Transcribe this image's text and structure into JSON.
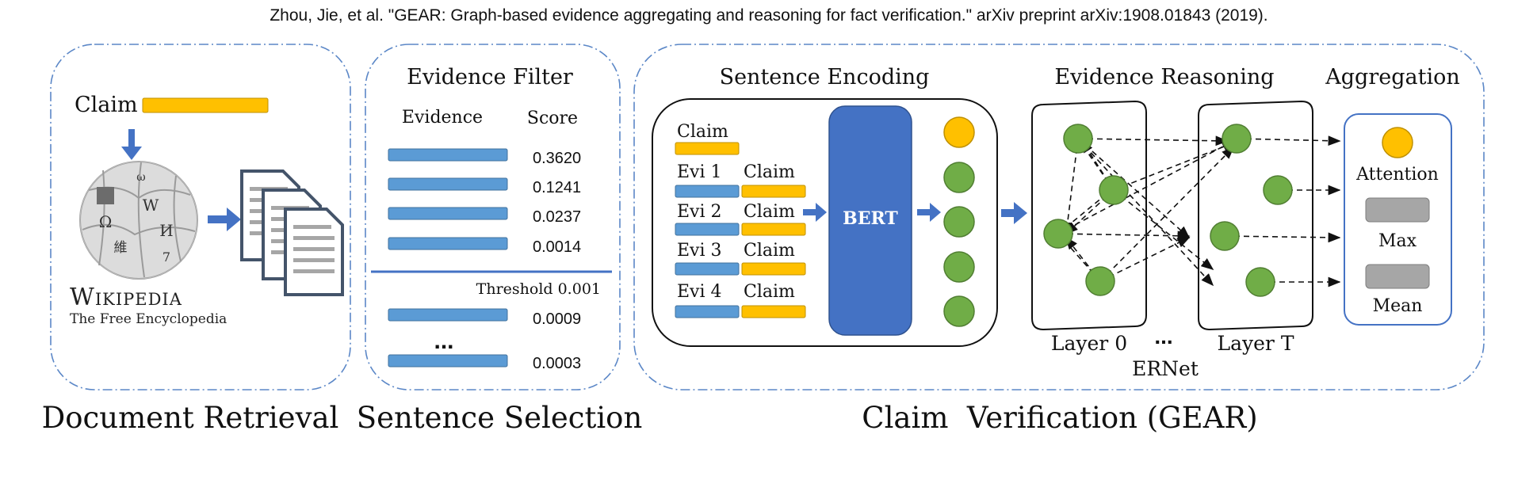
{
  "citation": "Zhou, Jie, et al. \"GEAR: Graph-based evidence aggregating and reasoning for fact verification.\" arXiv preprint arXiv:1908.01843 (2019).",
  "colors": {
    "dash": "#5b87c7",
    "bar_blue": "#5b9bd5",
    "bar_gold": "#ffc000",
    "bert": "#4472c4",
    "node_green": "#70ad47",
    "arrow": "#4472c4"
  },
  "panel1": {
    "claim": "Claim",
    "wiki_title": "Wikipedia",
    "wiki_subtitle": "The Free Encyclopedia",
    "caption": "Document Retrieval"
  },
  "panel2": {
    "title": "Evidence Filter",
    "col_evidence": "Evidence",
    "col_score": "Score",
    "scores_above": [
      "0.3620",
      "0.1241",
      "0.0237",
      "0.0014"
    ],
    "threshold": "Threshold 0.001",
    "ellipsis": "...",
    "scores_below": [
      "0.0009",
      "0.0003"
    ],
    "caption": "Sentence Selection"
  },
  "panel3": {
    "encoding_title": "Sentence Encoding",
    "reasoning_title": "Evidence Reasoning",
    "aggregation_title": "Aggregation",
    "claim": "Claim",
    "evidence_pairs": [
      {
        "evi": "Evi 1",
        "claim": "Claim"
      },
      {
        "evi": "Evi 2",
        "claim": "Claim"
      },
      {
        "evi": "Evi 3",
        "claim": "Claim"
      },
      {
        "evi": "Evi 4",
        "claim": "Claim"
      }
    ],
    "bert": "BERT",
    "layer0": "Layer 0",
    "layer_dots": "...",
    "layerT": "Layer T",
    "ernet": "ERNet",
    "agg_attention": "Attention",
    "agg_max": "Max",
    "agg_mean": "Mean",
    "caption": "Claim  Verification (GEAR)"
  }
}
